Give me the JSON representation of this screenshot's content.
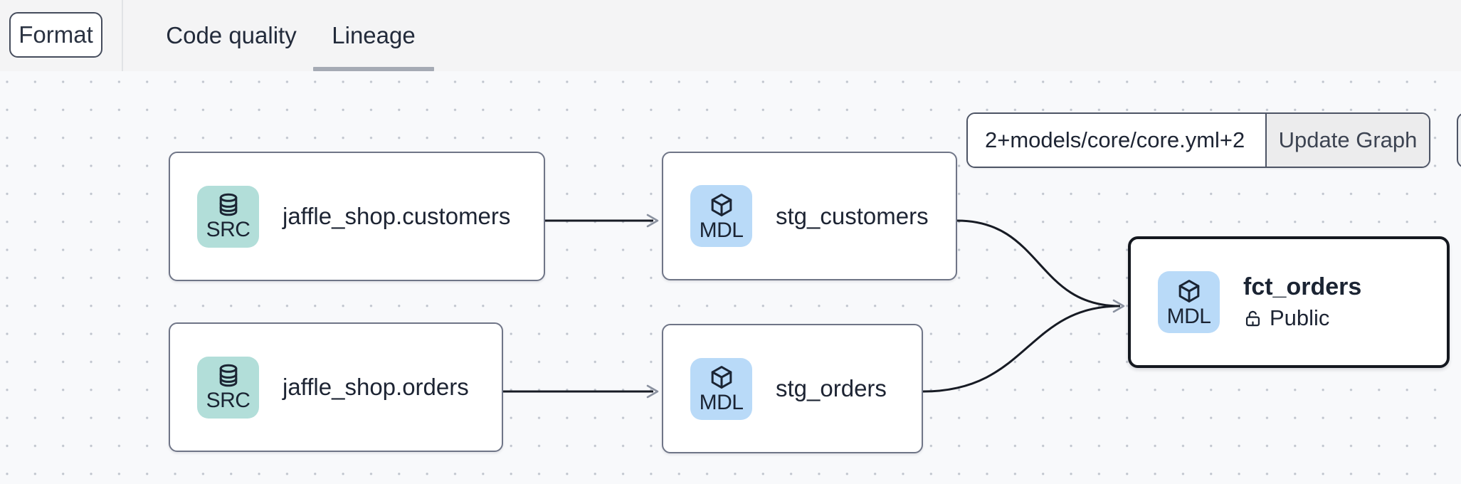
{
  "topbar": {
    "format_button": "Format",
    "tabs": [
      {
        "label": "Code quality",
        "active": false
      },
      {
        "label": "Lineage",
        "active": true
      }
    ]
  },
  "toolbar": {
    "selector_value": "2+models/core/core.yml+2",
    "update_button_label": "Update Graph"
  },
  "graph": {
    "nodes": [
      {
        "id": "source-jaffle_shop-customers",
        "type": "source",
        "badge": "SRC",
        "icon": "database-icon",
        "label": "jaffle_shop.customers",
        "selected": false
      },
      {
        "id": "source-jaffle_shop-orders",
        "type": "source",
        "badge": "SRC",
        "icon": "database-icon",
        "label": "jaffle_shop.orders",
        "selected": false
      },
      {
        "id": "model-stg_customers",
        "type": "model",
        "badge": "MDL",
        "icon": "cube-icon",
        "label": "stg_customers",
        "selected": false
      },
      {
        "id": "model-stg_orders",
        "type": "model",
        "badge": "MDL",
        "icon": "cube-icon",
        "label": "stg_orders",
        "selected": false
      },
      {
        "id": "model-fct_orders",
        "type": "model",
        "badge": "MDL",
        "icon": "cube-icon",
        "label": "fct_orders",
        "access": "Public",
        "selected": true
      }
    ],
    "edges": [
      {
        "from": "jaffle_shop.customers",
        "to": "stg_customers"
      },
      {
        "from": "jaffle_shop.orders",
        "to": "stg_orders"
      },
      {
        "from": "stg_customers",
        "to": "fct_orders"
      },
      {
        "from": "stg_orders",
        "to": "fct_orders"
      }
    ]
  },
  "colors": {
    "source_badge_bg": "#b2ded9",
    "model_badge_bg": "#b9daf8",
    "node_border": "#6f7587",
    "selected_node_border": "#14181f",
    "edge": "#171b24",
    "arrowhead": "#8a919f",
    "active_tab_underline": "#a5aab4",
    "topbar_bg": "#f4f4f5",
    "canvas_bg": "#f8f9fb",
    "text": "#1d2433"
  }
}
